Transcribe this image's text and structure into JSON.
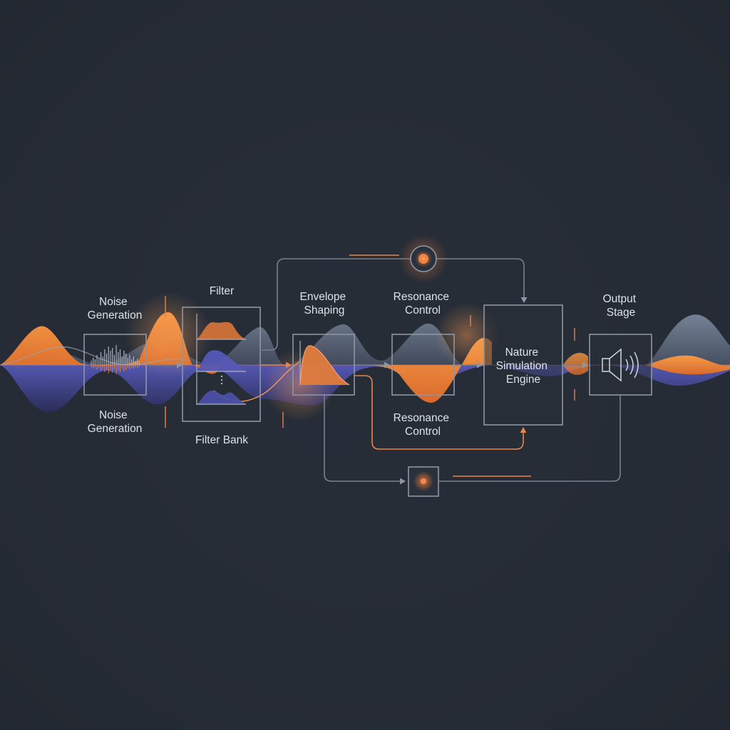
{
  "blocks": {
    "noise_generation": {
      "top_label": [
        "Noise",
        "Generation"
      ],
      "bottom_label": [
        "Noise",
        "Generation"
      ]
    },
    "filter": {
      "top_label": [
        "Filter"
      ],
      "bottom_label": [
        "Filter Bank"
      ]
    },
    "envelope_shaping": {
      "top_label": [
        "Envelope",
        "Shaping"
      ]
    },
    "resonance_control": {
      "top_label": [
        "Resonance",
        "Control"
      ],
      "bottom_label": [
        "Resonance",
        "Control"
      ]
    },
    "nature_simulation_engine": {
      "label": [
        "Nature",
        "Simulation",
        "Engine"
      ]
    },
    "output_stage": {
      "top_label": [
        "Output",
        "Stage"
      ]
    }
  },
  "icons": {
    "output_stage": "speaker-icon",
    "noise_generation": "noise-spectrum-icon",
    "filter_bank": "filter-response-icon",
    "envelope_shaping": "envelope-curve-icon",
    "feedback_top": "glowing-circle-node-icon",
    "feedback_bottom": "glowing-square-node-icon"
  },
  "colors": {
    "background": "#272d37",
    "accent_orange": "#f08a3c",
    "accent_purple": "#5a5bc0",
    "accent_slate": "#6c7a8e",
    "box_stroke": "#8d96a4",
    "label_text": "#dde1e8"
  }
}
